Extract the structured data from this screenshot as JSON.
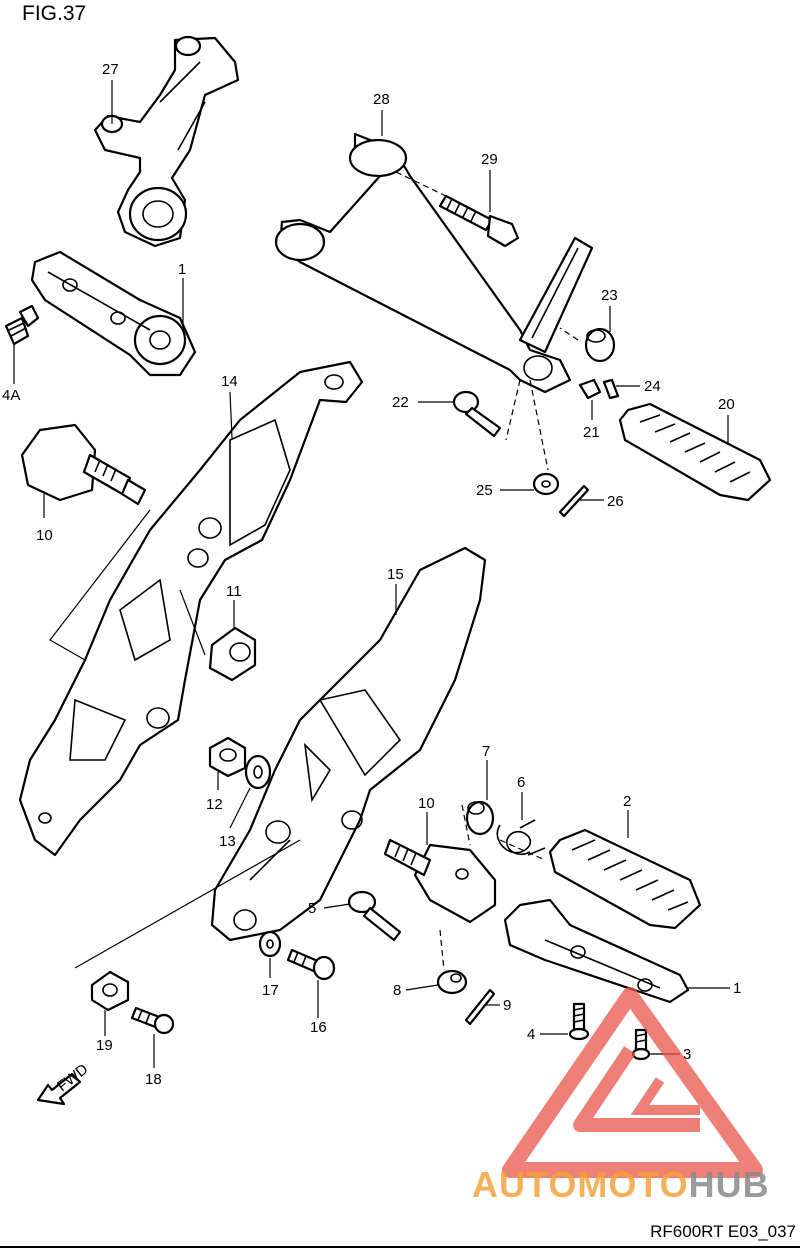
{
  "figure": {
    "title": "FIG.37",
    "code": "RF600RT E03_037"
  },
  "parts": [
    {
      "id": "p27",
      "label": "27"
    },
    {
      "id": "p28",
      "label": "28"
    },
    {
      "id": "p29",
      "label": "29"
    },
    {
      "id": "p1a",
      "label": "1"
    },
    {
      "id": "p4A",
      "label": "4A"
    },
    {
      "id": "p23",
      "label": "23"
    },
    {
      "id": "p14",
      "label": "14"
    },
    {
      "id": "p24",
      "label": "24"
    },
    {
      "id": "p22",
      "label": "22"
    },
    {
      "id": "p20",
      "label": "20"
    },
    {
      "id": "p21",
      "label": "21"
    },
    {
      "id": "p10a",
      "label": "10"
    },
    {
      "id": "p25",
      "label": "25"
    },
    {
      "id": "p26",
      "label": "26"
    },
    {
      "id": "p15",
      "label": "15"
    },
    {
      "id": "p11",
      "label": "11"
    },
    {
      "id": "p7",
      "label": "7"
    },
    {
      "id": "p6",
      "label": "6"
    },
    {
      "id": "p2",
      "label": "2"
    },
    {
      "id": "p12",
      "label": "12"
    },
    {
      "id": "p10b",
      "label": "10"
    },
    {
      "id": "p13",
      "label": "13"
    },
    {
      "id": "p5",
      "label": "5"
    },
    {
      "id": "p1b",
      "label": "1"
    },
    {
      "id": "p8",
      "label": "8"
    },
    {
      "id": "p9",
      "label": "9"
    },
    {
      "id": "p17",
      "label": "17"
    },
    {
      "id": "p16",
      "label": "16"
    },
    {
      "id": "p4",
      "label": "4"
    },
    {
      "id": "p3",
      "label": "3"
    },
    {
      "id": "p19",
      "label": "19"
    },
    {
      "id": "p18",
      "label": "18"
    }
  ],
  "fwd_arrow": {
    "label": "FWD"
  },
  "watermark": {
    "part1": "AUTOMOTO",
    "part2": "HUB",
    "color1": "#f4a23c",
    "color2": "#8a8a8a",
    "mark_color": "#e8554a"
  }
}
